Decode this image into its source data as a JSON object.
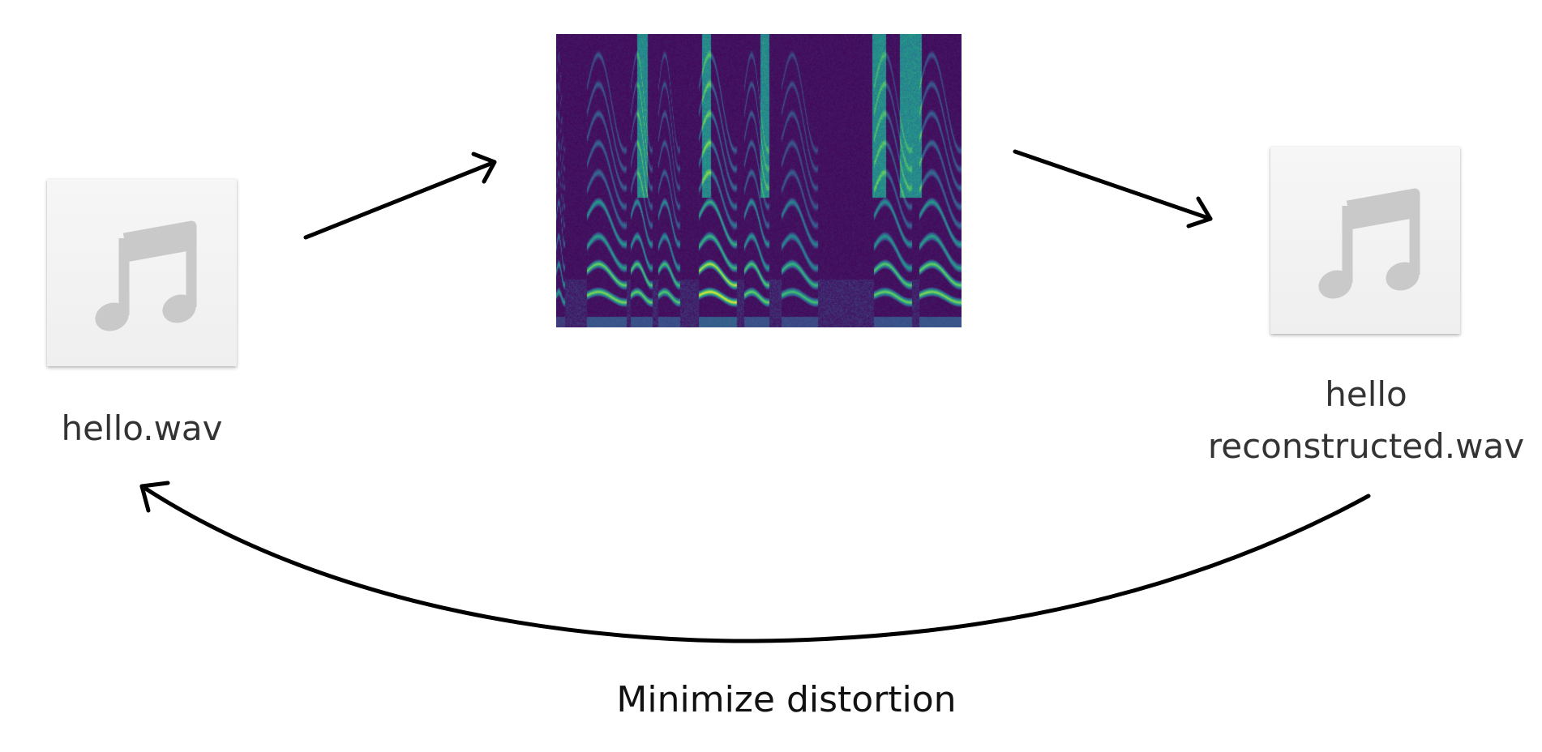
{
  "source_file": {
    "icon": "music-note-icon",
    "name": "hello.wav"
  },
  "output_file": {
    "icon": "music-note-icon",
    "name_line1": "hello",
    "name_line2": "reconstructed.wav"
  },
  "spectrogram": {
    "colormap": [
      "#440154",
      "#3b528b",
      "#21918c",
      "#5ec962",
      "#fde725"
    ]
  },
  "objective": {
    "label": "Minimize distortion"
  },
  "colors": {
    "arrow": "#000000",
    "icon_glyph": "#c9c9c9",
    "icon_background": "#f2f2f2"
  }
}
